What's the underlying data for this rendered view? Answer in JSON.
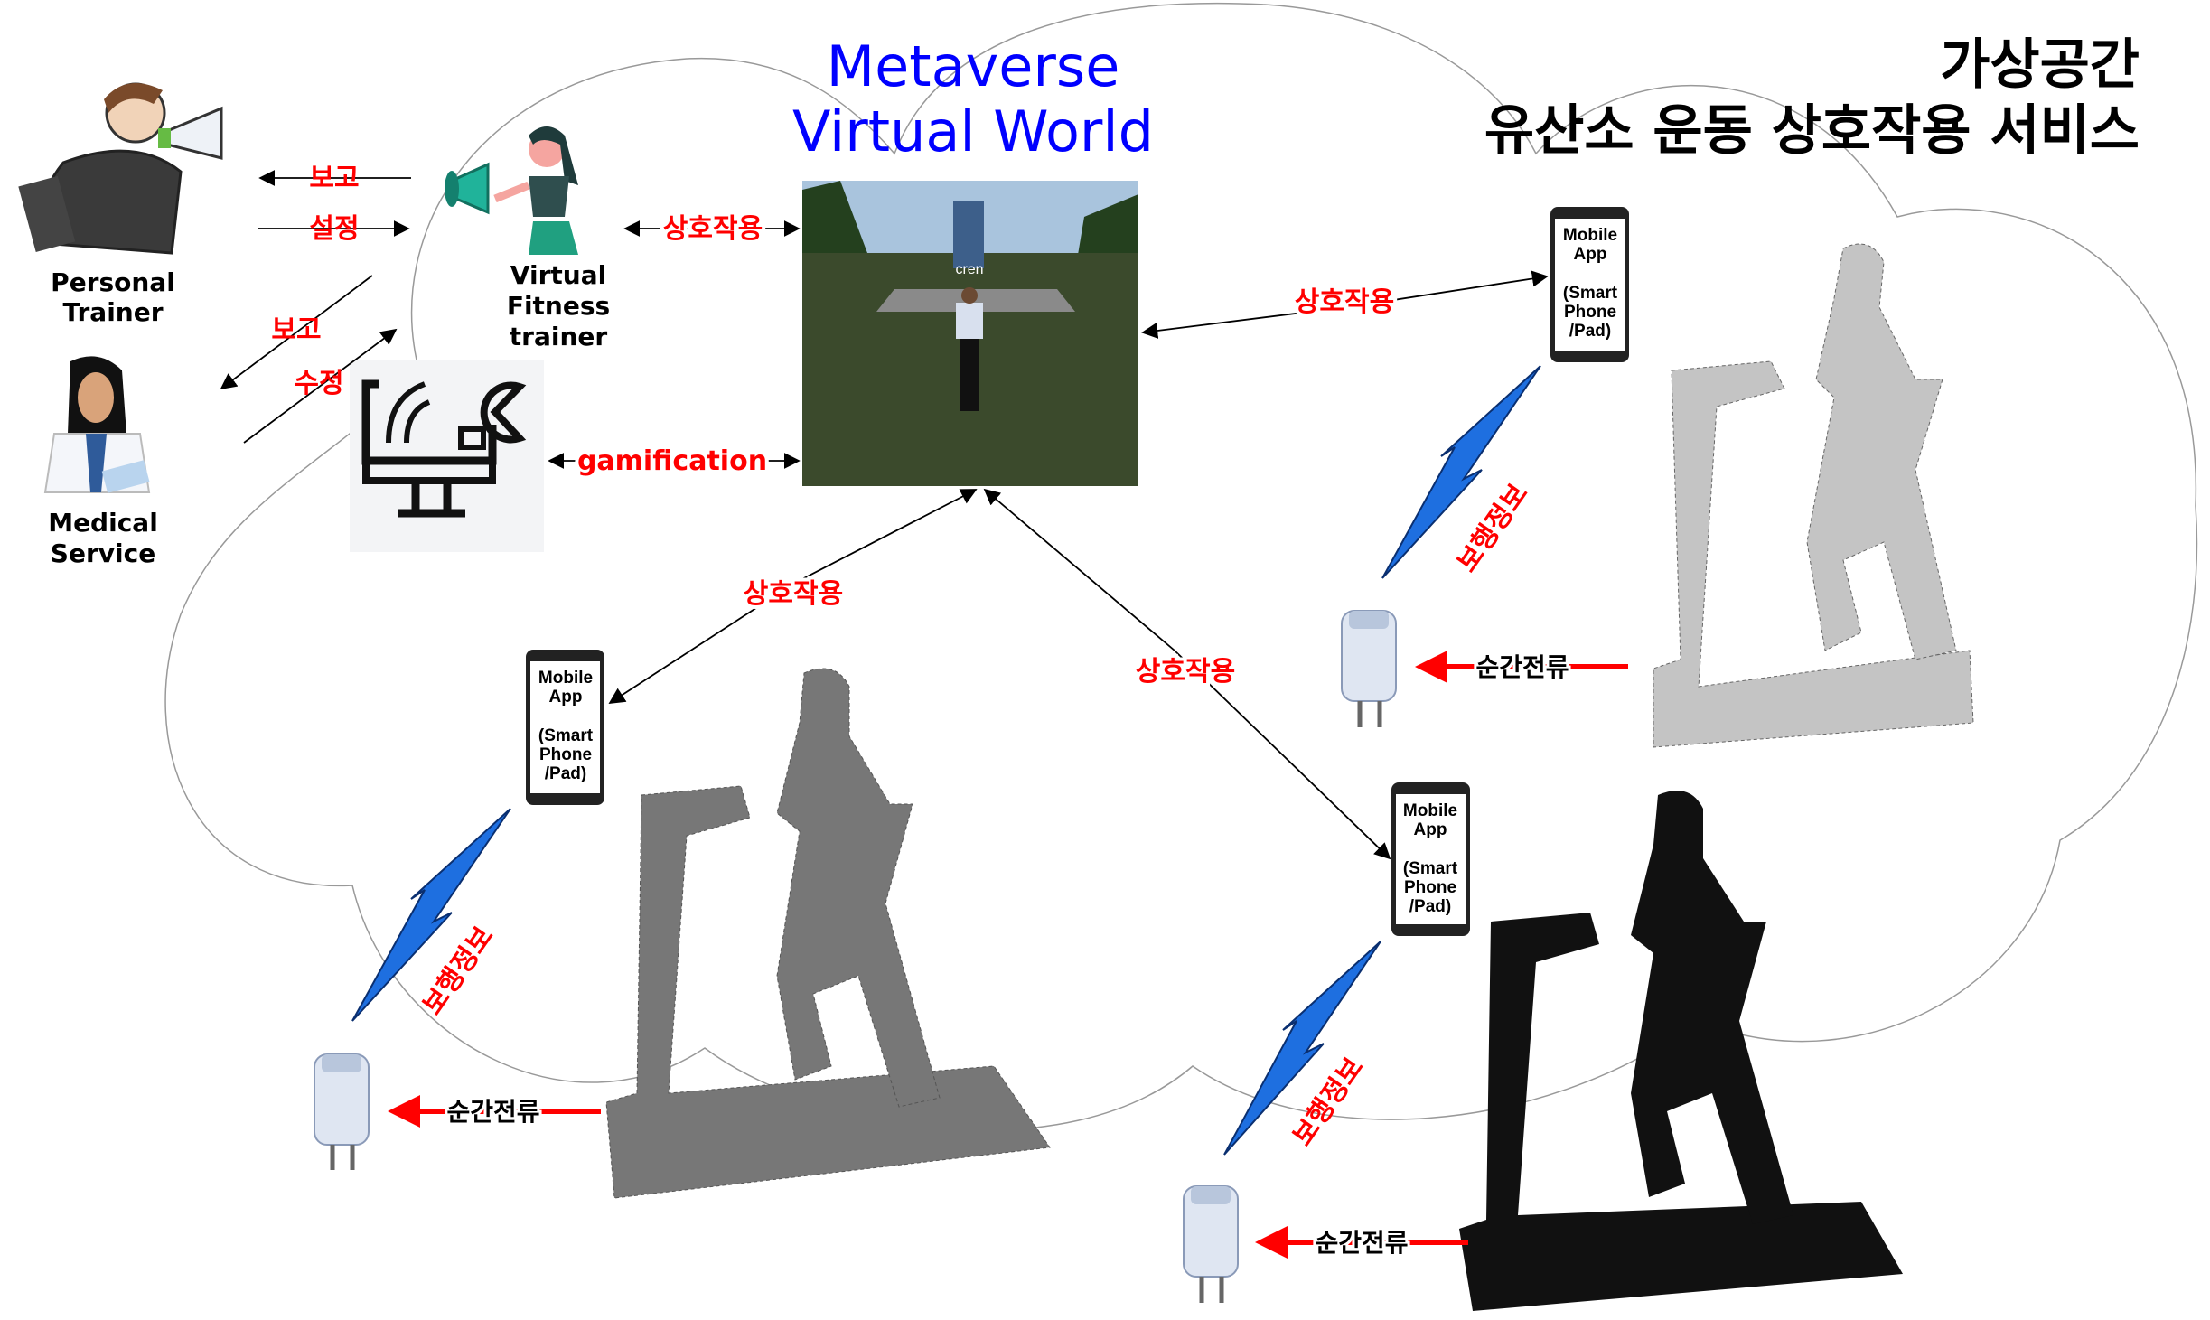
{
  "title": {
    "line1": "Metaverse",
    "line2": "Virtual World"
  },
  "korean_title": {
    "line1": "가상공간",
    "line2": "유산소 운동 상호작용 서비스"
  },
  "actors": {
    "personal_trainer": {
      "line1": "Personal",
      "line2": "Trainer"
    },
    "virtual_trainer": {
      "line1": "Virtual",
      "line2": "Fitness",
      "line3": "trainer"
    },
    "medical": {
      "line1": "Medical",
      "line2": "Service"
    }
  },
  "vr_scene_caption": "cren",
  "labels": {
    "report1": "보고",
    "setting": "설정",
    "report2": "보고",
    "modify": "수정",
    "interaction": "상호작용",
    "gamification": "gamification",
    "walking_info": "보행정보",
    "instant_current": "순간전류"
  },
  "phone": {
    "line1": "Mobile",
    "line2": "App",
    "line3": "(Smart",
    "line4": "Phone",
    "line5": "/Pad)"
  },
  "colors": {
    "title": "#0000ff",
    "label": "#ff0000",
    "bolt": "#1e6fe0",
    "arrow": "#ff0000"
  }
}
